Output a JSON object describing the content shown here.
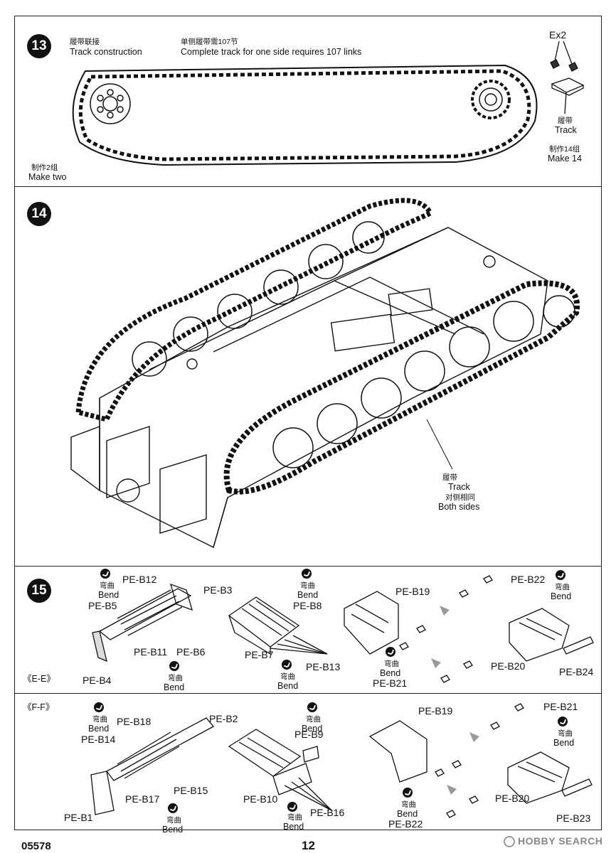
{
  "step13": {
    "number": "13",
    "title_zh": "履带联接",
    "title_en": "Track construction",
    "note_zh": "单侧履带需107节",
    "note_en": "Complete track for one side requires 107 links",
    "make_zh": "制作2组",
    "make_en": "Make two",
    "ex": "Ex2",
    "track_zh": "履带",
    "track_en": "Track",
    "make14_zh": "制作14组",
    "make14_en": "Make 14"
  },
  "step14": {
    "number": "14",
    "track_zh": "履带",
    "track_en": "Track",
    "sides_zh": "对侧相同",
    "sides_en": "Both sides"
  },
  "step15": {
    "number": "15",
    "view_label": "《E-E》",
    "bend_zh": "弯曲",
    "bend_en": "Bend",
    "parts": {
      "b12": "PE-B12",
      "b3": "PE-B3",
      "b5": "PE-B5",
      "b11": "PE-B11",
      "b6": "PE-B6",
      "b4": "PE-B4",
      "b8": "PE-B8",
      "b7": "PE-B7",
      "b13": "PE-B13",
      "b19": "PE-B19",
      "b22": "PE-B22",
      "b20": "PE-B20",
      "b21": "PE-B21",
      "b24": "PE-B24"
    }
  },
  "stepFF": {
    "view_label": "《F-F》",
    "bend_zh": "弯曲",
    "bend_en": "Bend",
    "parts": {
      "b18": "PE-B18",
      "b2": "PE-B2",
      "b14": "PE-B14",
      "b17": "PE-B17",
      "b15": "PE-B15",
      "b1": "PE-B1",
      "b9": "PE-B9",
      "b10": "PE-B10",
      "b16": "PE-B16",
      "b19": "PE-B19",
      "b21": "PE-B21",
      "b20": "PE-B20",
      "b22": "PE-B22",
      "b23": "PE-B23"
    }
  },
  "footer": {
    "code": "05578",
    "page": "12",
    "watermark": "HOBBY SEARCH"
  }
}
